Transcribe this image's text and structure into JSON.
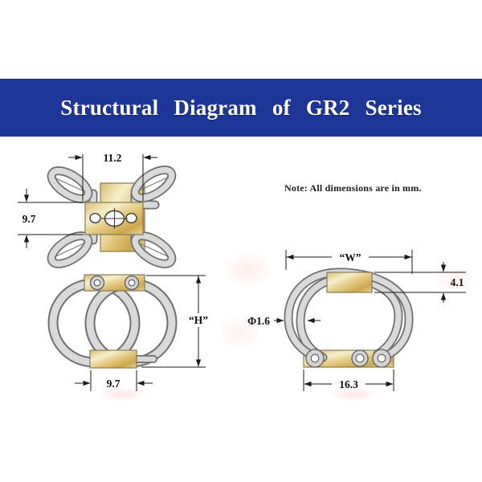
{
  "header": {
    "title": "Structural Diagram of GR2 Series"
  },
  "note": {
    "text": "Note: All dimensions are in mm."
  },
  "views": {
    "top": {
      "dim_width": "11.2",
      "dim_depth": "9.7"
    },
    "front": {
      "dim_height": "“H”",
      "dim_base": "9.7"
    },
    "side": {
      "dim_width": "“W”",
      "dim_bar_thickness": "4.1",
      "dim_wire_diameter": "Φ1.6",
      "dim_base_length": "16.3"
    }
  },
  "colors": {
    "banner_blue": "#1d3697",
    "title_text": "#ffffff",
    "brass_light": "#f7efcb",
    "brass_mid": "#e2c87e",
    "brass_dark": "#cba74c",
    "wire_fill": "#d9d9d9",
    "wire_edge": "#6f6f6f",
    "dimension_line": "#1a1a1a"
  }
}
